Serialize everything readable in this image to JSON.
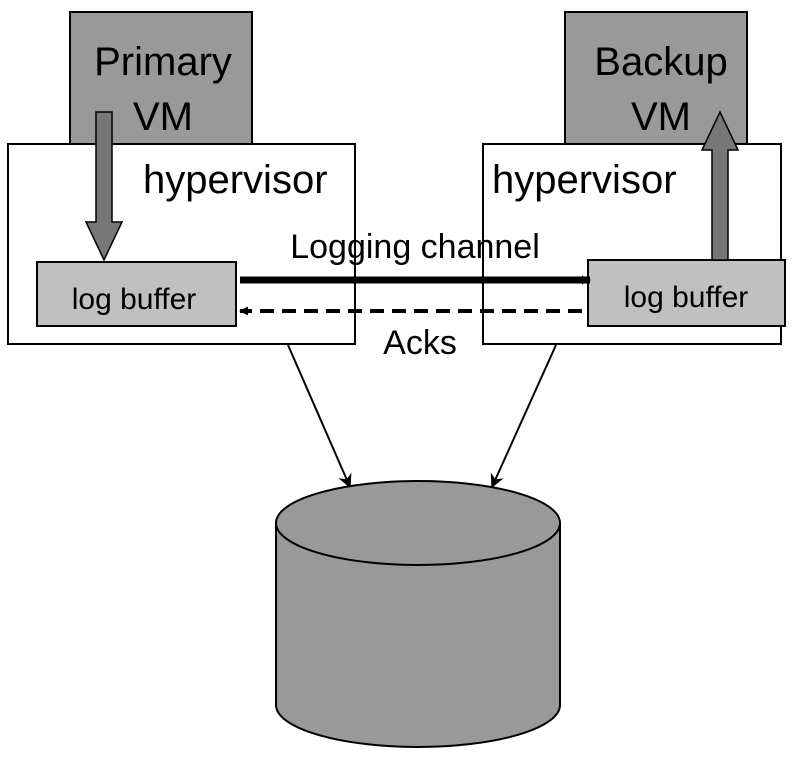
{
  "colors": {
    "vm_fill": "#999999",
    "buffer_fill": "#c0c0c0",
    "disk_fill": "#999999",
    "arrow_gray": "#777777",
    "stroke": "#000000",
    "background": "#ffffff"
  },
  "primary": {
    "vm_line1": "Primary",
    "vm_line2": "VM",
    "hypervisor_label": "hypervisor",
    "buffer_label": "log buffer"
  },
  "backup": {
    "vm_line1": "Backup",
    "vm_line2": "VM",
    "hypervisor_label": "hypervisor",
    "buffer_label": "log buffer"
  },
  "channel": {
    "logging_label": "Logging channel",
    "acks_label": "Acks"
  }
}
